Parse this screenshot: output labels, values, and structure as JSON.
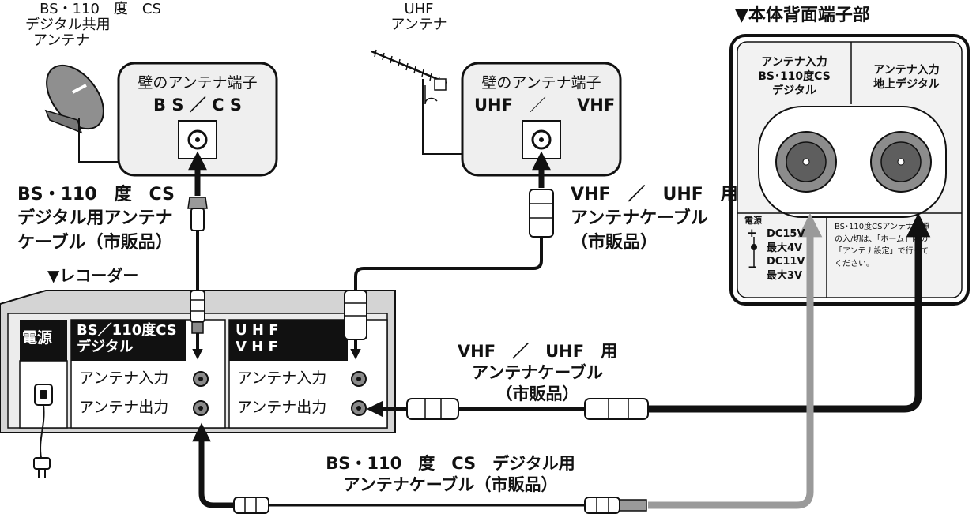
{
  "colors": {
    "ink": "#111111",
    "gray_cable": "#9a9a9a",
    "recorder_fill": "#d4d4d4",
    "panel_fill": "#f2f2f2"
  },
  "icons": [
    "satellite-dish-icon",
    "uhf-antenna-icon",
    "power-plug-icon",
    "coax-connector-icon",
    "f-connector-icon"
  ],
  "sources": {
    "bs_antenna": {
      "line1": "BS・110　度　CS",
      "line2": "デジタル共用",
      "line3": "アンテナ"
    },
    "uhf_antenna": {
      "line1": "UHF",
      "line2": "アンテナ"
    }
  },
  "wall_bs": {
    "title": "壁のアンテナ端子",
    "label": "B S ／ C S"
  },
  "wall_uhf": {
    "title": "壁のアンテナ端子",
    "label_left": "UHF",
    "sep": "／",
    "label_right": "VHF"
  },
  "cables": {
    "bs_top": {
      "line1": "BS・110　度　CS",
      "line2": "デジタル用アンテナ",
      "line3": "ケーブル（市販品）"
    },
    "uhf_top": {
      "line1": "VHF　／　UHF　用",
      "line2": "アンテナケーブル",
      "line3": "（市販品）"
    },
    "mid": {
      "line1": "VHF　／　UHF　用",
      "line2": "アンテナケーブル",
      "line3": "（市販品）"
    },
    "bottom": {
      "line1": "BS・110　度　CS　デジタル用",
      "line2": "アンテナケーブル（市販品）"
    }
  },
  "recorder": {
    "heading": "▼レコーダー",
    "power": "電源",
    "bs_header_1": "BS／110度CS",
    "bs_header_2": "デジタル",
    "uhf_header_1": "U H F",
    "uhf_header_2": "V H F",
    "in_label": "アンテナ入力",
    "out_label": "アンテナ出力"
  },
  "tv_back": {
    "heading": "▼本体背面端子部",
    "bs_in_1": "アンテナ入力",
    "bs_in_2": "BS･110度CS",
    "bs_in_3": "デジタル",
    "terr_in_1": "アンテナ入力",
    "terr_in_2": "地上デジタル",
    "power_src": "電源",
    "plus": "+",
    "minus": "−",
    "dc15": "DC15V",
    "max4": "最大4V",
    "dc11": "DC11V",
    "max3": "最大3V",
    "note_1": "BS･110度CSアンテナ電源",
    "note_2": "の入/切は、「ホーム」内の",
    "note_3": "「アンテナ設定」で行って",
    "note_4": "ください。"
  }
}
